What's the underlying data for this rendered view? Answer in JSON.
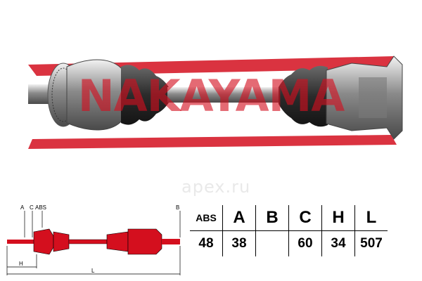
{
  "brand": {
    "logo_text": "NAKAYAMA",
    "watermark": "apex.ru",
    "accent": "#d40f1e"
  },
  "diagram": {
    "labels": {
      "a": "A",
      "c": "C",
      "abs": "ABS",
      "b": "B",
      "h": "H",
      "l": "L"
    }
  },
  "specs": {
    "headers": [
      "ABS",
      "A",
      "B",
      "C",
      "H",
      "L"
    ],
    "values": [
      "48",
      "38",
      "",
      "60",
      "34",
      "507"
    ]
  }
}
